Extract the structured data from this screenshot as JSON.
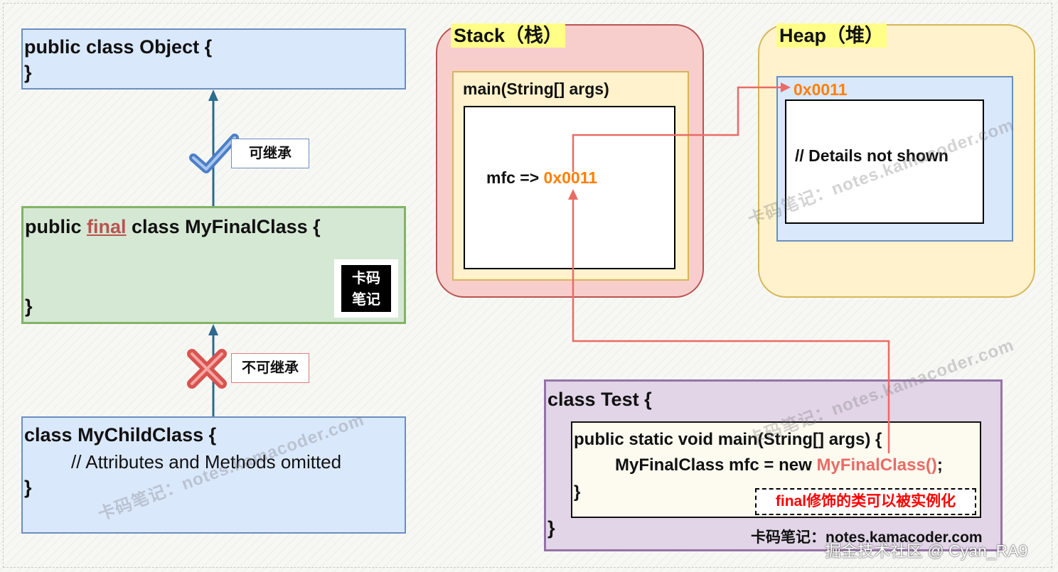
{
  "object_class": {
    "line1": "public class Object {",
    "line2": "}"
  },
  "inherit_ok_label": "可继承",
  "final_class": {
    "prefix": "public ",
    "keyword": "final",
    "suffix": " class MyFinalClass {",
    "close": "}"
  },
  "logo": {
    "line1": "卡码",
    "line2": "笔记"
  },
  "inherit_no_label": "不可继承",
  "child_class": {
    "line1": "class MyChildClass {",
    "comment": "// Attributes and Methods omitted",
    "close": "}"
  },
  "stack": {
    "title": "Stack（栈）",
    "frame_label": "main(String[] args)",
    "var_text": "mfc => ",
    "var_addr": "0x0011"
  },
  "heap": {
    "title": "Heap（堆）",
    "addr": "0x0011",
    "details": "// Details not shown"
  },
  "test_class": {
    "line1": "class Test {",
    "method_sig": "public static void main(String[] args) {",
    "stmt_prefix": "MyFinalClass mfc = new ",
    "stmt_call": "MyFinalClass()",
    "stmt_end": ";",
    "method_close": "}",
    "close": "}",
    "note": "final修饰的类可以被实例化"
  },
  "watermark_text": "卡码笔记：notes.kamacoder.com",
  "footer_credit": "卡码笔记：notes.kamacoder.com",
  "platform_credit": "掘金技术社区 @ Cyan_RA9",
  "colors": {
    "arrow_blue": "#2d6a8f",
    "pointer_red": "#ea6b66",
    "addr_orange": "#ff8000",
    "note_red": "#ff0000"
  }
}
